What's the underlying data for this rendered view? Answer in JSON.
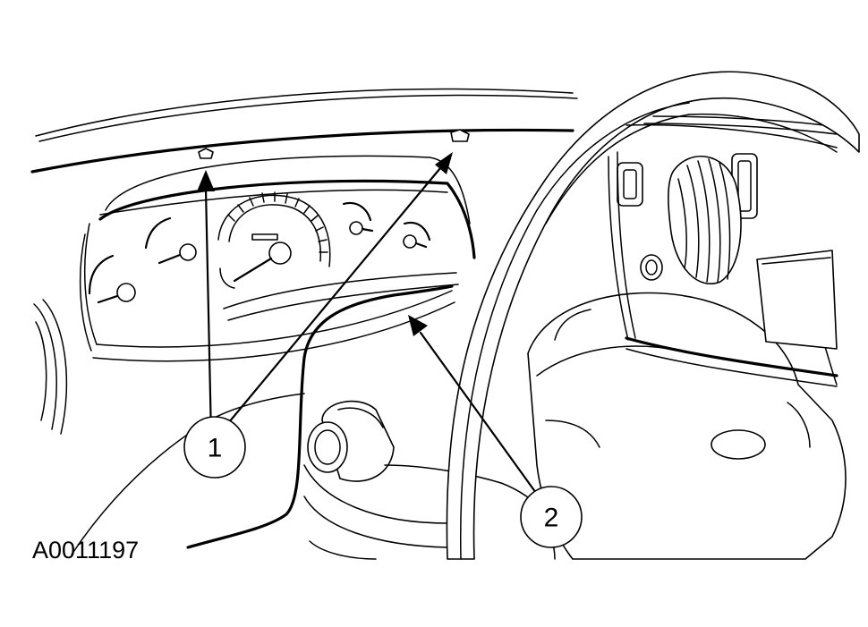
{
  "figure": {
    "reference_code": "A0011197",
    "callouts": [
      {
        "id": "1",
        "label": "1"
      },
      {
        "id": "2",
        "label": "2"
      }
    ]
  }
}
